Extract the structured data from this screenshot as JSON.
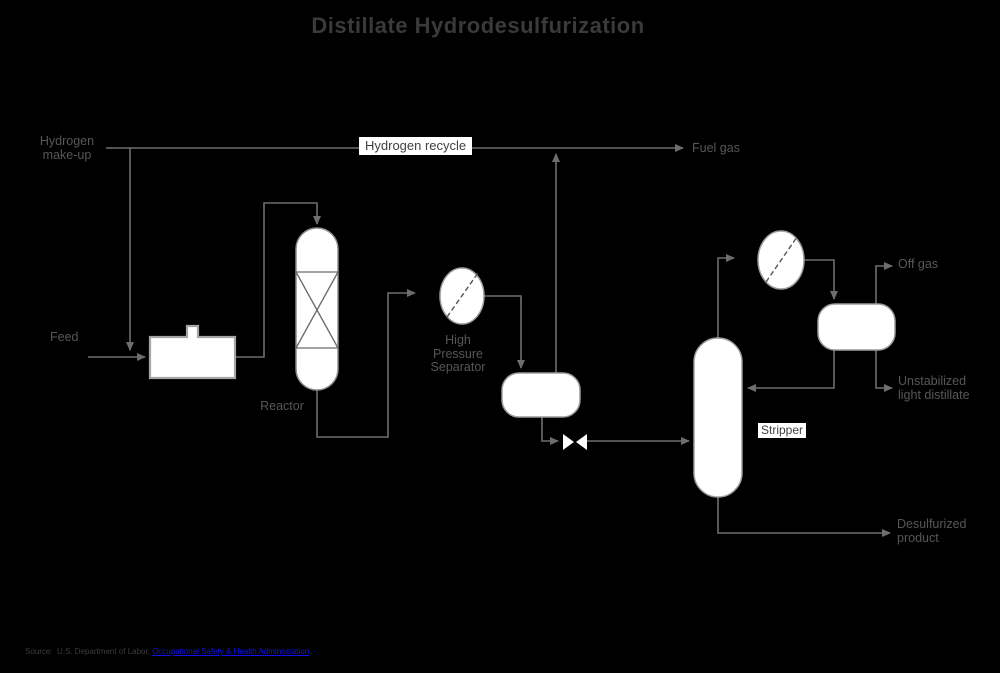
{
  "title": "Distillate Hydrodesulfurization",
  "labels": {
    "hydrogen_makeup": [
      "Hydrogen",
      "make-up"
    ],
    "feed": "Feed",
    "hydrogen_recycle": "Hydrogen recycle",
    "fuel_gas": "Fuel gas",
    "reactor": "Reactor",
    "high_pressure_separator": [
      "High",
      "Pressure",
      "Separator"
    ],
    "stripper": "Stripper",
    "off_gas": "Off gas",
    "unstabilized_light_distillate": [
      "Unstabilized",
      "light distillate"
    ],
    "desulfurized_product": [
      "Desulfurized",
      "product"
    ]
  },
  "source": {
    "prefix": "Source:  U.S. Department of Labor, ",
    "link_text": "Occupational Safety & Health Administration",
    "suffix": "."
  },
  "colors": {
    "background": "#000000",
    "title_text": "#3a3a3a",
    "label_text": "#575757",
    "flow_line": "#6e6e6e",
    "vessel_stroke": "#9c9c9c",
    "vessel_fill": "#ffffff",
    "boxed_label_bg": "#ffffff",
    "boxed_label_text": "#414141",
    "link": "#1212ee",
    "source_text": "#3c3c3c"
  }
}
